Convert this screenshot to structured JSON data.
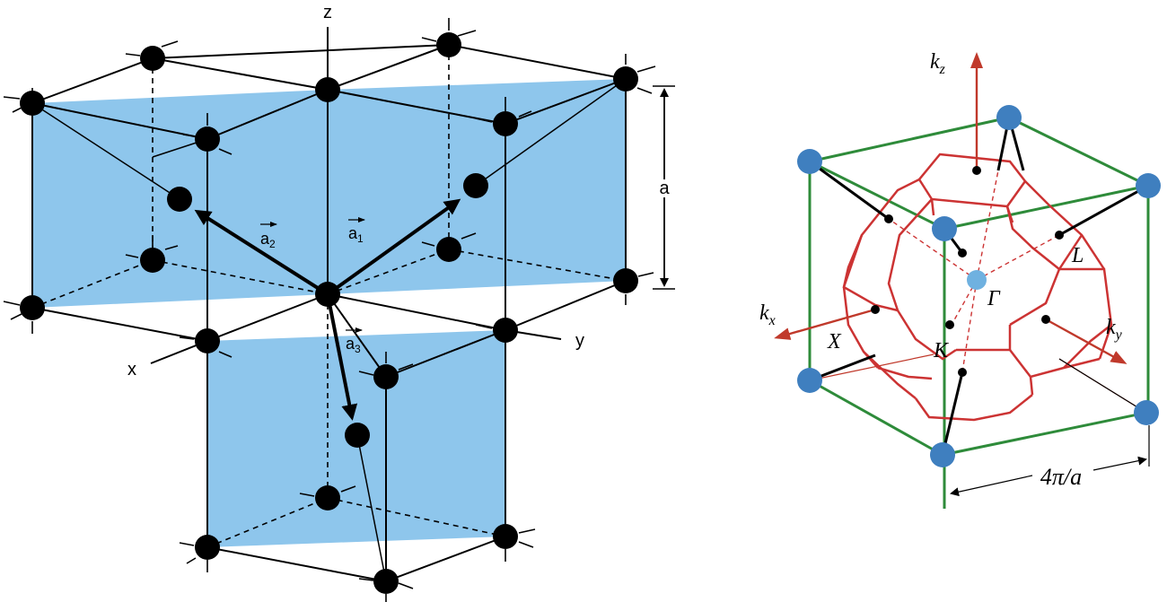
{
  "left_figure": {
    "axis_labels": {
      "z": "z",
      "x": "x",
      "y": "y"
    },
    "lattice_constant_label": "a",
    "vector_labels": {
      "a1": "a",
      "a1_sub": "1",
      "a2": "a",
      "a2_sub": "2",
      "a3": "a",
      "a3_sub": "3"
    },
    "colors": {
      "face": "#8ec6ec",
      "atom": "#000000",
      "line": "#000000"
    }
  },
  "right_figure": {
    "axis_labels": {
      "kz": "k",
      "kz_sub": "z",
      "kx": "k",
      "kx_sub": "x",
      "ky": "k",
      "ky_sub": "y"
    },
    "points": {
      "gamma": "Γ",
      "L": "L",
      "X": "X",
      "K": "K"
    },
    "dimension_label": "4π/a",
    "colors": {
      "cube": "#2e8b3a",
      "zone": "#cc3333",
      "atom": "#3f7fbf",
      "gamma": "#6fb1e0",
      "axis": "#c0392b"
    }
  }
}
